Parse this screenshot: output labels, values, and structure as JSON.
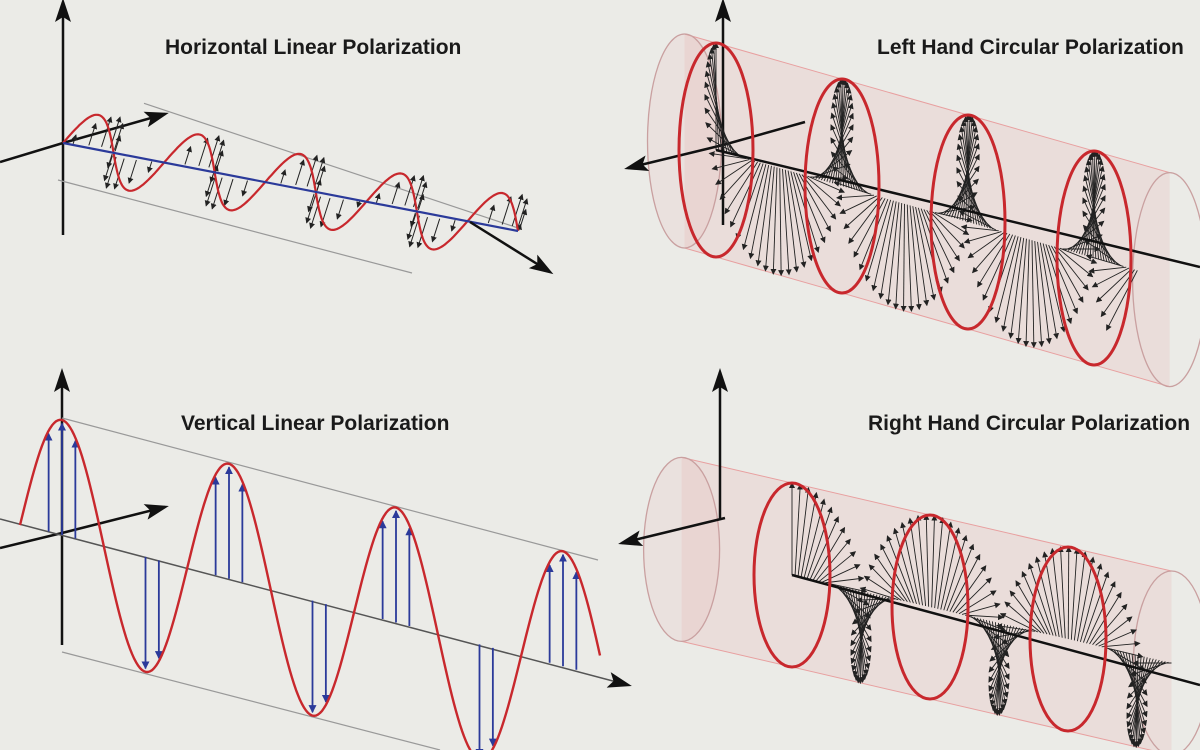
{
  "panels": {
    "horizontal": {
      "title": "Horizontal Linear Polarization"
    },
    "lhcp": {
      "title": "Left Hand Circular Polarization"
    },
    "vertical": {
      "title": "Vertical Linear Polarization"
    },
    "rhcp": {
      "title": "Right Hand Circular Polarization"
    }
  },
  "colors": {
    "background": "#ebebe7",
    "wave": "#c8282d",
    "field_vector_linear": "#2b3a9a",
    "field_vector_circular": "#222222",
    "cylinder": "#e8a0a0",
    "axis": "#111111"
  }
}
